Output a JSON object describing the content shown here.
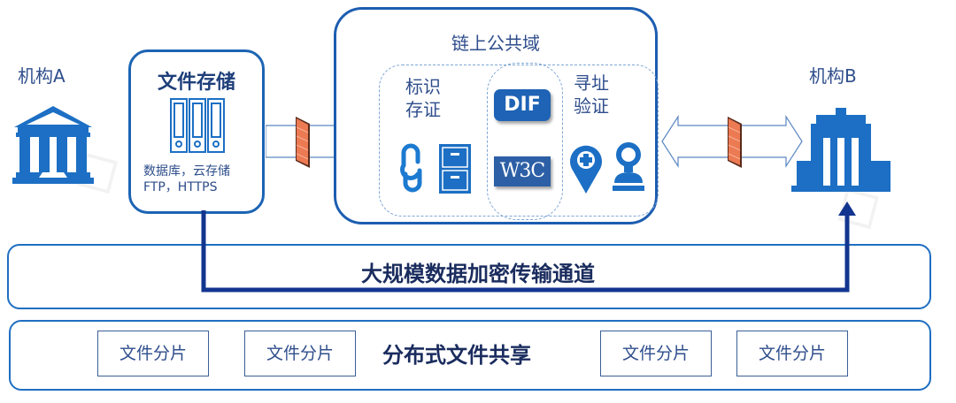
{
  "diagram": {
    "institution_a": {
      "label": "机构A",
      "icon": "bank-building-icon"
    },
    "institution_b": {
      "label": "机构B",
      "icon": "office-building-icon"
    },
    "file_storage": {
      "title": "文件存储",
      "icon": "binders-icon",
      "desc_line1": "数据库，云存储",
      "desc_line2": "FTP，HTTPS"
    },
    "on_chain_domain": {
      "title": "链上公共域",
      "left_zone": {
        "line1": "标识",
        "line2": "存证",
        "icons": [
          "chain-link-icon",
          "file-cabinet-icon"
        ]
      },
      "middle_zone": {
        "badge_top": "DIF",
        "badge_bottom": "W3C"
      },
      "right_zone": {
        "line1": "寻址",
        "line2": "验证",
        "icons": [
          "location-pin-plus-icon",
          "stamp-icon"
        ]
      }
    },
    "firewalls": [
      "firewall-icon",
      "firewall-icon"
    ],
    "channel": {
      "title": "大规模数据加密传输通道"
    },
    "sharing": {
      "title": "分布式文件共享",
      "shards": [
        "文件分片",
        "文件分片",
        "文件分片",
        "文件分片"
      ]
    },
    "colors": {
      "primary_blue": "#1c64b4",
      "dark_navy": "#1a2c5e",
      "arrow_navy": "#12358f",
      "firewall_orange": "#e8704a"
    }
  }
}
